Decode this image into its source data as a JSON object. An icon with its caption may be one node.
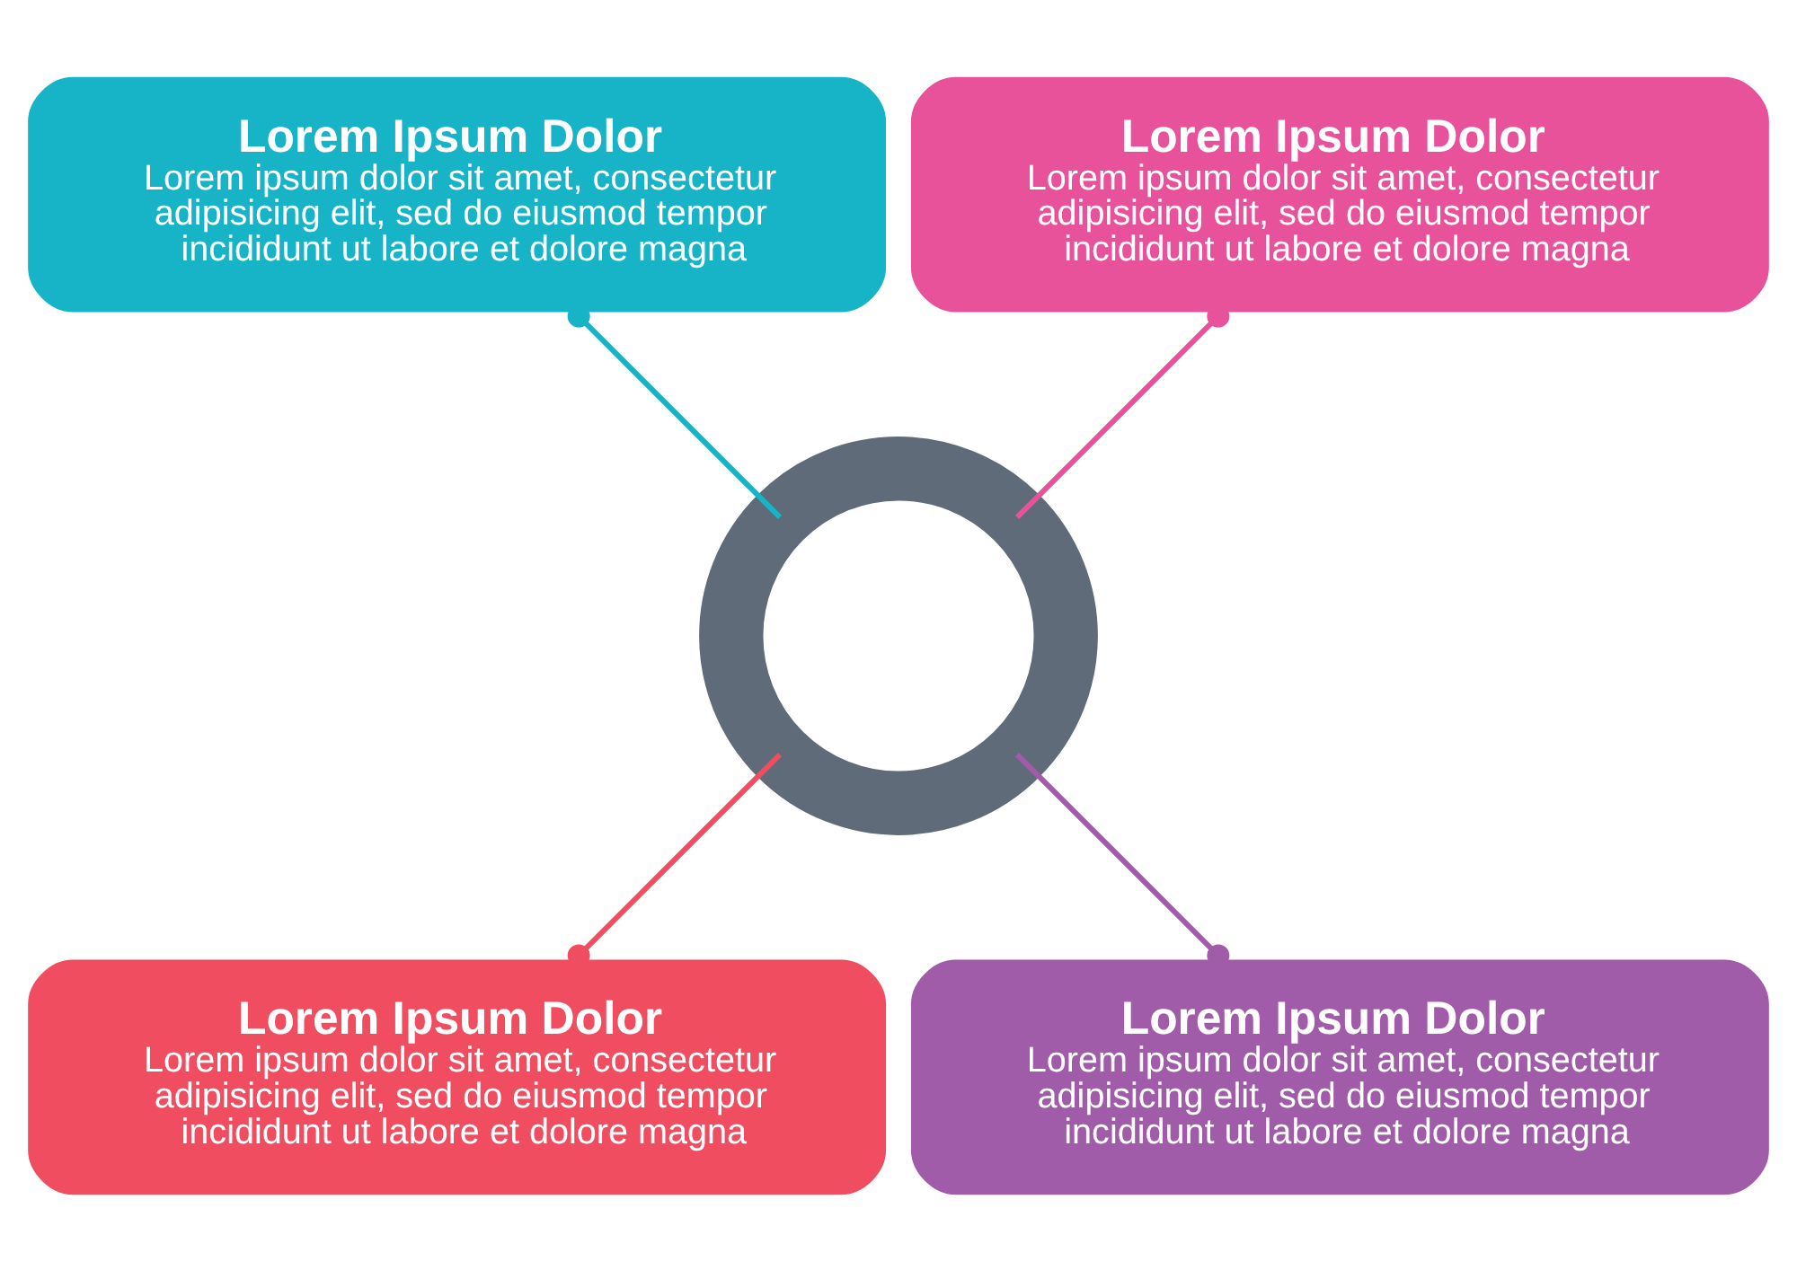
{
  "diagram": {
    "nodes": [
      {
        "text": [
          "Lorem Ipsum Dolor",
          "Lorem ipsum dolor sit amet, consectetur adipisicing elit, sed do eiusmod tempor incididunt ut labore et dolore magna"
        ]
      },
      {
        "text": [
          "Lorem Ipsum Dolor",
          "Lorem ipsum dolor sit amet, consectetur adipisicing elit, sed do eiusmod tempor incididunt ut labore et dolore magna"
        ]
      },
      {
        "text": [],
        "shape": "circle"
      },
      {
        "text": [
          "Lorem Ipsum Dolor",
          "Lorem ipsum dolor sit amet, consectetur adipisicing elit, sed do eiusmod tempor incididunt ut labore et dolore magna"
        ]
      },
      {
        "text": [
          "Lorem Ipsum Dolor",
          "Lorem ipsum dolor sit amet, consectetur adipisicing elit, sed do eiusmod tempor incididunt ut labore et dolore magna"
        ]
      }
    ],
    "edges": [
      {
        "from": 2,
        "to": 0,
        "arrow": "other",
        "color": "#e8529a"
      },
      {
        "from": 2,
        "to": 1,
        "arrow": "other",
        "color": "#17b3c6"
      },
      {
        "from": 2,
        "to": 4,
        "arrow": "other",
        "color": "#a05ca8"
      },
      {
        "from": 2,
        "to": 3,
        "arrow": "other",
        "color": "#f04e60"
      }
    ]
  }
}
